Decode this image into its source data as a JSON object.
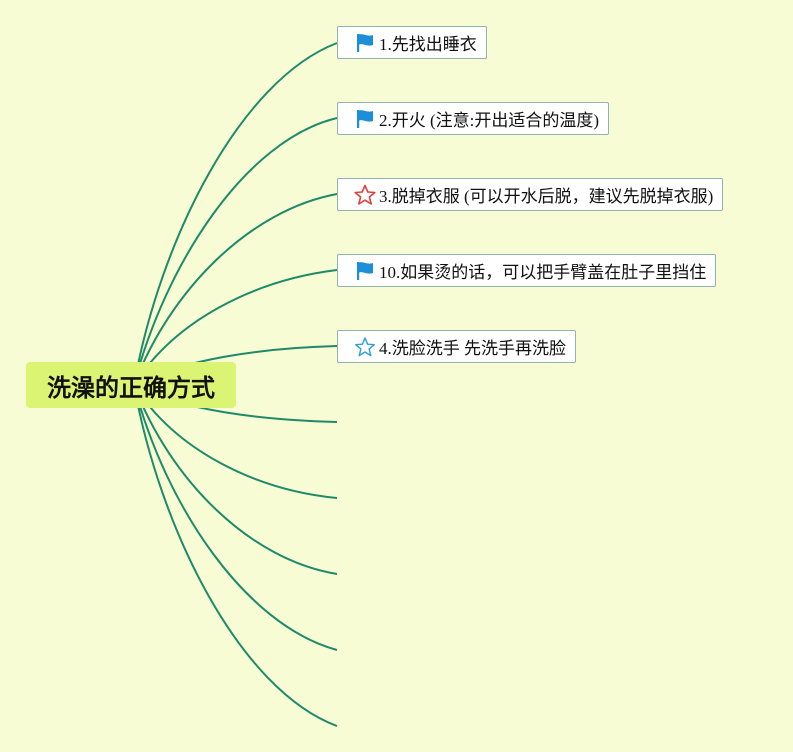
{
  "root": {
    "label": "洗澡的正确方式"
  },
  "branches": [
    {
      "label": "1.先找出睡衣",
      "icon": "blue-flag-icon"
    },
    {
      "label": "2.开火 (注意:开出适合的温度)",
      "icon": "blue-flag-icon"
    },
    {
      "label": "3.脱掉衣服 (可以开水后脱，建议先脱掉衣服)",
      "icon": "red-star-icon"
    },
    {
      "label": "10.如果烫的话，可以把手臂盖在肚子里挡住",
      "icon": "blue-flag-icon"
    },
    {
      "label": "4.洗脸洗手 先洗手再洗脸",
      "icon": "blue-star-icon"
    }
  ],
  "empty_branch_count_visible": 5,
  "colors": {
    "background": "#f8fcd5",
    "root_fill": "#dcf473",
    "connector": "#1e8a6a",
    "node_border": "#93b3ae",
    "flag": "#1d8fd8",
    "red_star": "#e0413a",
    "blue_star": "#2a9ee0"
  }
}
